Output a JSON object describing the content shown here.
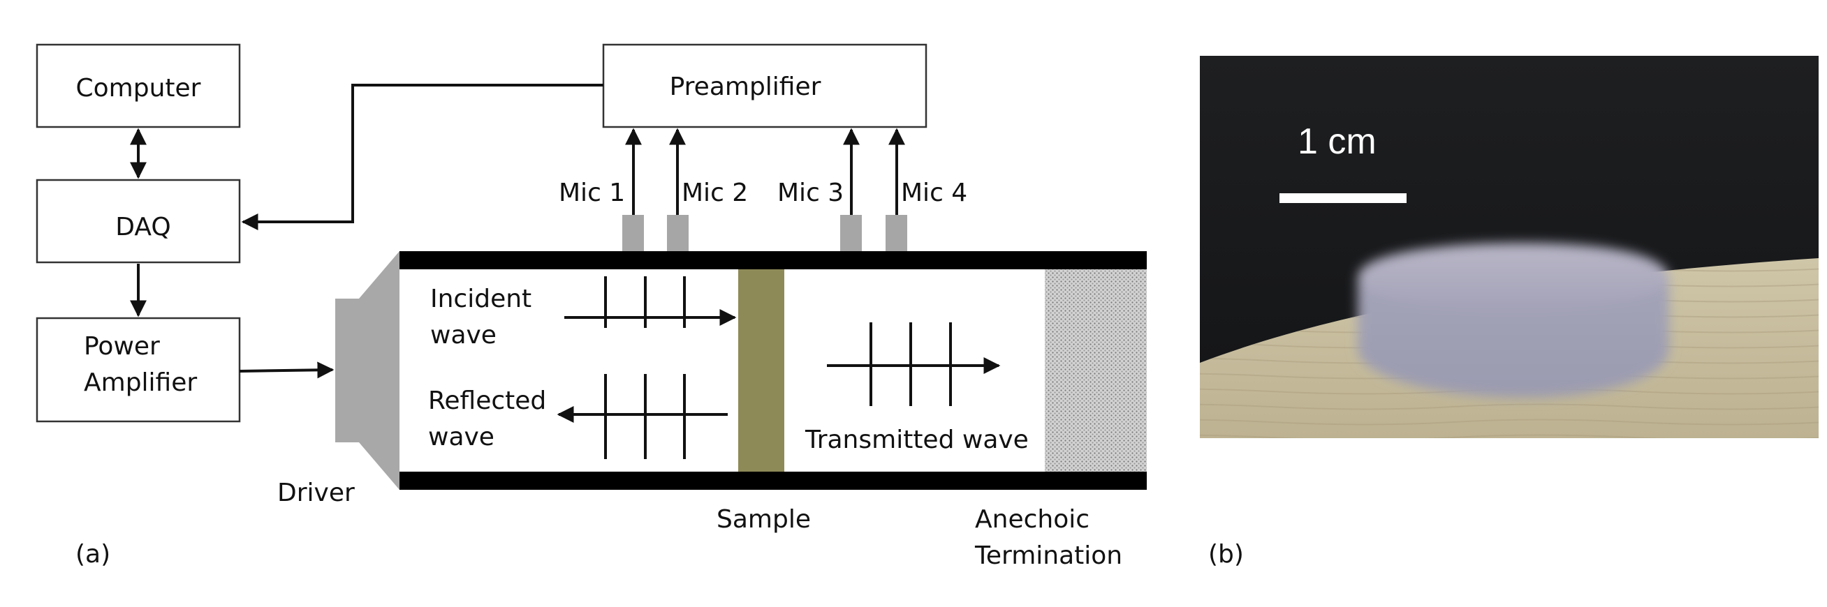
{
  "boxes": {
    "computer": "Computer",
    "daq": "DAQ",
    "power_amplifier_line1": "Power",
    "power_amplifier_line2": "Amplifier",
    "preamplifier": "Preamplifier"
  },
  "mics": [
    "Mic 1",
    "Mic 2",
    "Mic 3",
    "Mic 4"
  ],
  "tube": {
    "incident_line1": "Incident",
    "incident_line2": "wave",
    "reflected_line1": "Reflected",
    "reflected_line2": "wave",
    "transmitted": "Transmitted wave"
  },
  "parts": {
    "driver": "Driver",
    "sample": "Sample",
    "anechoic_line1": "Anechoic",
    "anechoic_line2": "Termination"
  },
  "panels": {
    "a": "(a)",
    "b": "(b)"
  },
  "photo": {
    "scale_label": "1 cm"
  },
  "colors": {
    "sample": "#8e8a58",
    "mic": "#a6a6a6",
    "driver": "#a8a8a8",
    "tube_wall": "#000000"
  }
}
